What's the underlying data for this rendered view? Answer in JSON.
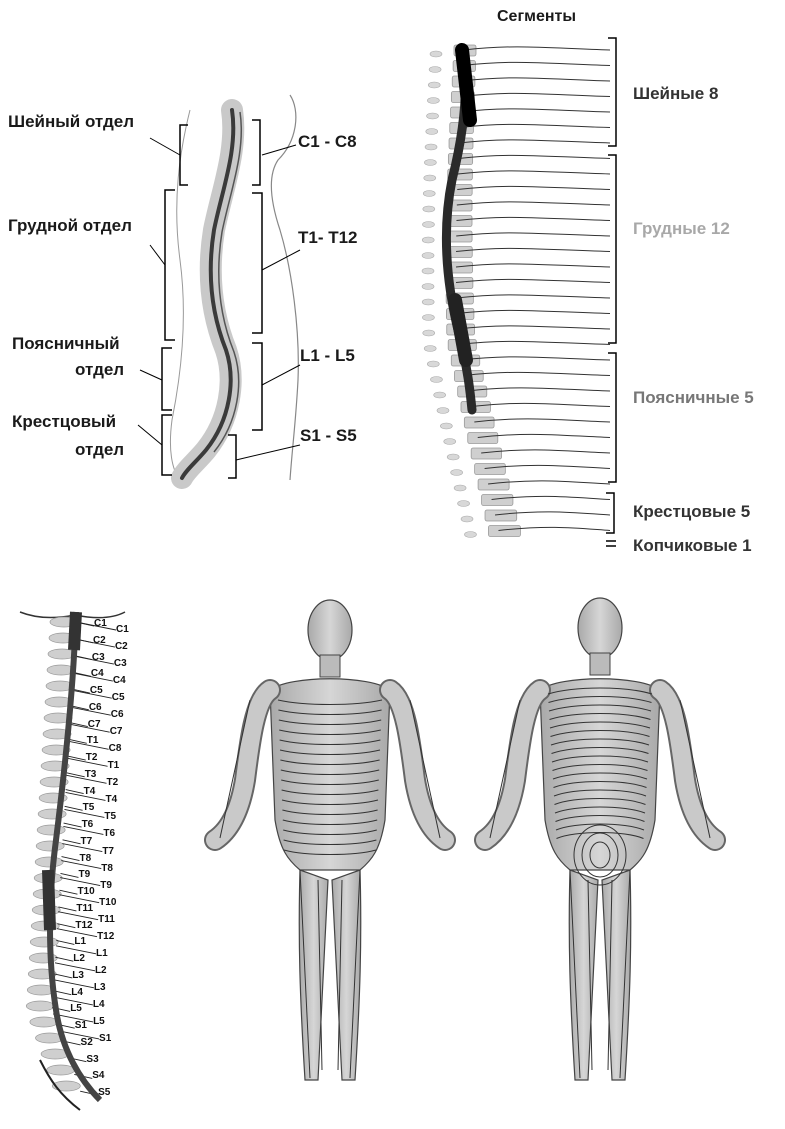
{
  "panel_a": {
    "regions": [
      {
        "name": "Шейный отдел",
        "segments": "C1 - C8"
      },
      {
        "name": "Грудной отдел",
        "segments": "T1- T12"
      },
      {
        "name_line1": "Поясничный",
        "name_line2": "отдел",
        "segments": "L1 - L5"
      },
      {
        "name_line1": "Крестцовый",
        "name_line2": "отдел",
        "segments": "S1 - S5"
      }
    ]
  },
  "panel_b": {
    "title": "Сегменты",
    "groups": [
      {
        "label": "Шейные 8",
        "color": "#333333"
      },
      {
        "label": "Грудные 12",
        "color": "#a8a8a8"
      },
      {
        "label": "Поясничные 5",
        "color": "#777777"
      },
      {
        "label": "Крестцовые 5",
        "color": "#333333"
      },
      {
        "label": "Копчиковые 1",
        "color": "#333333"
      }
    ]
  },
  "panel_c": {
    "left_labels": [
      "C1",
      "C2",
      "C3",
      "C4",
      "C5",
      "C6",
      "C7",
      "T1",
      "T2",
      "T3",
      "T4",
      "T5",
      "T6",
      "T7",
      "T8",
      "T9",
      "T10",
      "T11",
      "T12",
      "L1",
      "L2",
      "L3",
      "L4",
      "L5",
      "S1",
      "S2",
      "S3",
      "S4",
      "S5"
    ],
    "right_labels": [
      "C1",
      "C2",
      "C3",
      "C4",
      "C5",
      "C6",
      "C7",
      "C8",
      "T1",
      "T2",
      "T4",
      "T5",
      "T6",
      "T7",
      "T8",
      "T9",
      "T10",
      "T11",
      "T12",
      "L1",
      "L2",
      "L3",
      "L4",
      "L5",
      "S1"
    ]
  },
  "panel_d": {
    "figures": [
      "front",
      "back"
    ]
  }
}
